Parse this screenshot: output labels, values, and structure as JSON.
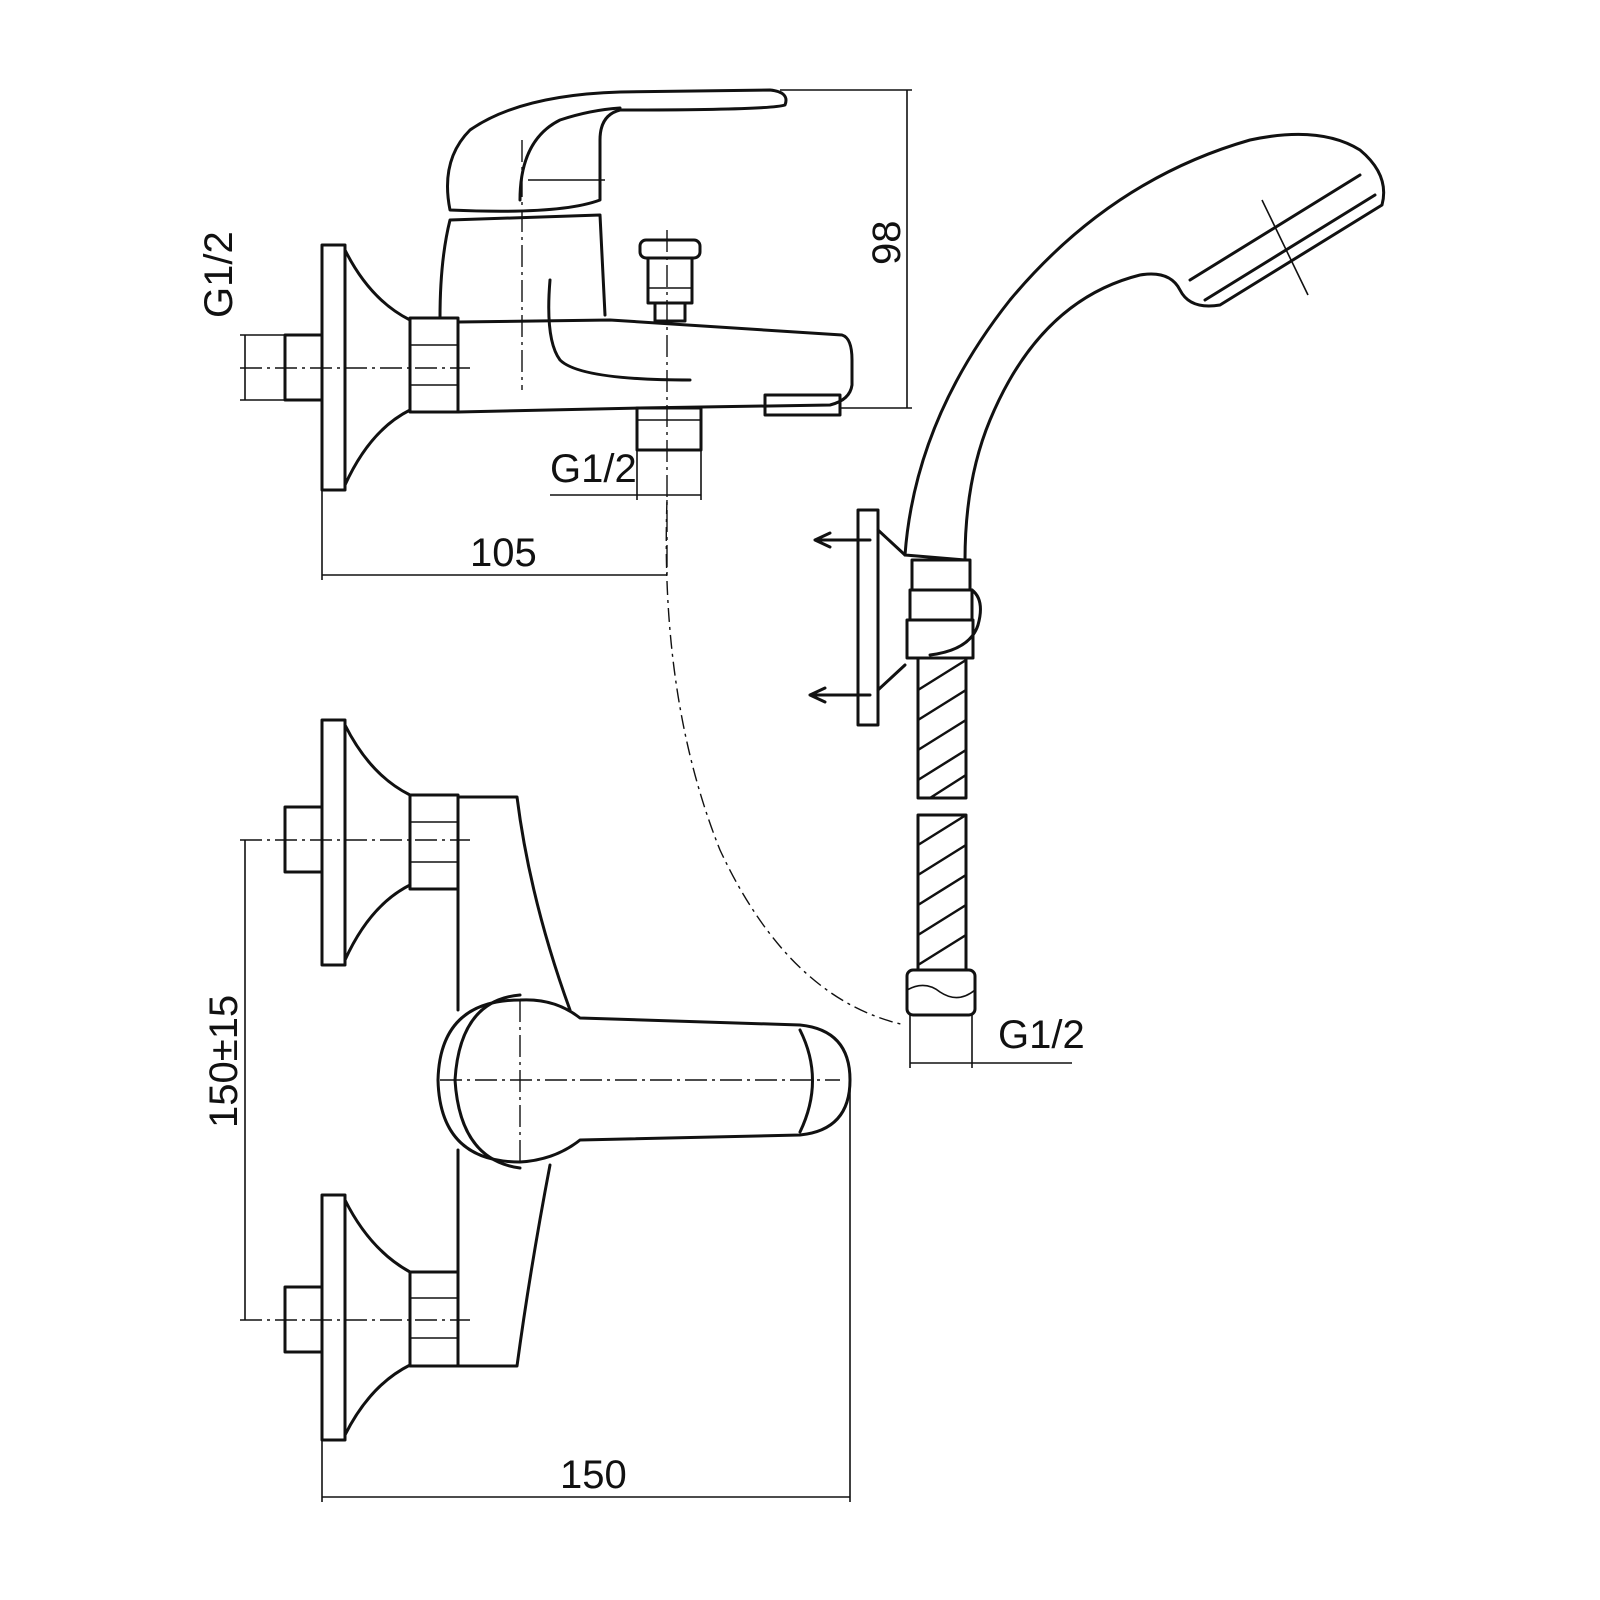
{
  "drawing": {
    "side_view": {
      "inlet_thread_label": "G1/2",
      "height_label": "98",
      "outlet_thread_label": "G1/2",
      "depth_label": "105"
    },
    "hand_shower": {
      "hose_thread_label": "G1/2"
    },
    "front_view": {
      "inlet_spacing_label": "150±15",
      "width_label": "150"
    }
  }
}
